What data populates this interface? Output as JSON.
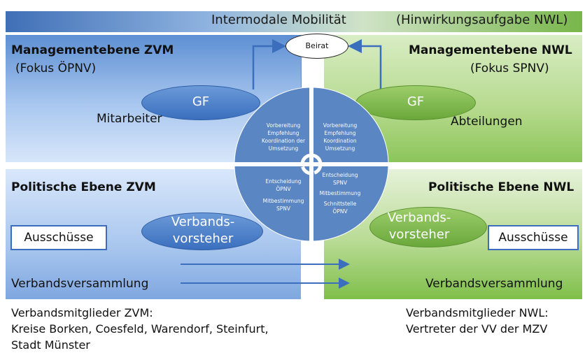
{
  "top": {
    "title": "Intermodale Mobilität",
    "note": "(Hinwirkungsaufgabe NWL)"
  },
  "beirat": "Beirat",
  "management_zvm": {
    "title": "Managementebene ZVM",
    "subtitle": "(Fokus ÖPNV)",
    "ellipse": "GF",
    "staff": "Mitarbeiter"
  },
  "management_nwl": {
    "title": "Managementebene NWL",
    "subtitle": "(Fokus SPNV)",
    "ellipse": "GF",
    "staff": "Abteilungen"
  },
  "circle": {
    "top_left": [
      "Vorbereitung",
      "Empfehlung",
      "Koordination der",
      "Umsetzung"
    ],
    "top_right": [
      "Vorbereitung",
      "Empfehlung",
      "Koordination",
      "Umsetzung"
    ],
    "bottom_left": [
      "Entscheidung",
      "ÖPNV",
      "",
      "Mitbestimmung",
      "SPNV"
    ],
    "bottom_right": [
      "Entscheidung",
      "SPNV",
      "Mitbestimmung",
      "Schnittstelle",
      "ÖPNV"
    ]
  },
  "political_zvm": {
    "title": "Politische Ebene ZVM",
    "ellipse_line1": "Verbands-",
    "ellipse_line2": "vorsteher",
    "committees": "Ausschüsse",
    "assembly": "Verbandsversammlung"
  },
  "political_nwl": {
    "title": "Politische Ebene NWL",
    "ellipse_line1": "Verbands-",
    "ellipse_line2": "vorsteher",
    "committees": "Ausschüsse",
    "assembly": "Verbandsversammlung"
  },
  "members_zvm": {
    "line1": "Verbandsmitglieder ZVM:",
    "line2": "Kreise Borken, Coesfeld, Warendorf, Steinfurt,",
    "line3": "Stadt Münster"
  },
  "members_nwl": {
    "line1": "Verbandsmitglieder NWL:",
    "line2": "Vertreter der VV der MZV"
  },
  "colors": {
    "zvm_blue": "#3b6fbe",
    "nwl_green": "#6aa83b",
    "circle_blue": "#5a86c4"
  }
}
